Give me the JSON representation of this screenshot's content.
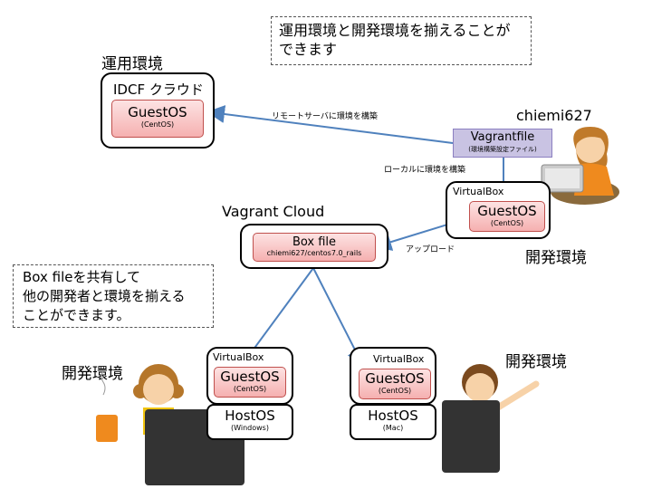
{
  "top_note": {
    "line1": "運用環境と開発環境を揃えることが",
    "line2": "できます"
  },
  "ops_env_label": "運用環境",
  "idcf": {
    "title": "IDCF クラウド",
    "guest": "GuestOS",
    "guest_sub": "(CentOS)"
  },
  "remote_label": "リモートサーバに環境を構築",
  "local_label": "ローカルに環境を構築",
  "upload_label": "アップロード",
  "user_name": "chiemi627",
  "vagrantfile": {
    "title": "Vagrantfile",
    "sub": "(環境構築設定ファイル)"
  },
  "local_vm": {
    "title": "VirtualBox",
    "guest": "GuestOS",
    "guest_sub": "(CentOS)"
  },
  "dev_env_label_right": "開発環境",
  "vagrant_cloud": {
    "label": "Vagrant Cloud",
    "box": "Box file",
    "box_sub": "chiemi627/centos7.0_rails"
  },
  "share_note": {
    "line1": "Box fileを共有して",
    "line2": "他の開発者と環境を揃える",
    "line3": "ことができます。"
  },
  "dev_left": {
    "label": "開発環境",
    "vm": "VirtualBox",
    "guest": "GuestOS",
    "guest_sub": "(CentOS)",
    "host": "HostOS",
    "host_sub": "(Windows)"
  },
  "dev_right": {
    "label": "開発環境",
    "vm": "VirtualBox",
    "guest": "GuestOS",
    "guest_sub": "(CentOS)",
    "host": "HostOS",
    "host_sub": "(Mac)"
  },
  "colors": {
    "arrow": "#4f81bd",
    "guest_border": "#c0504d",
    "vagrantfile_bg": "#c9c3e3"
  }
}
